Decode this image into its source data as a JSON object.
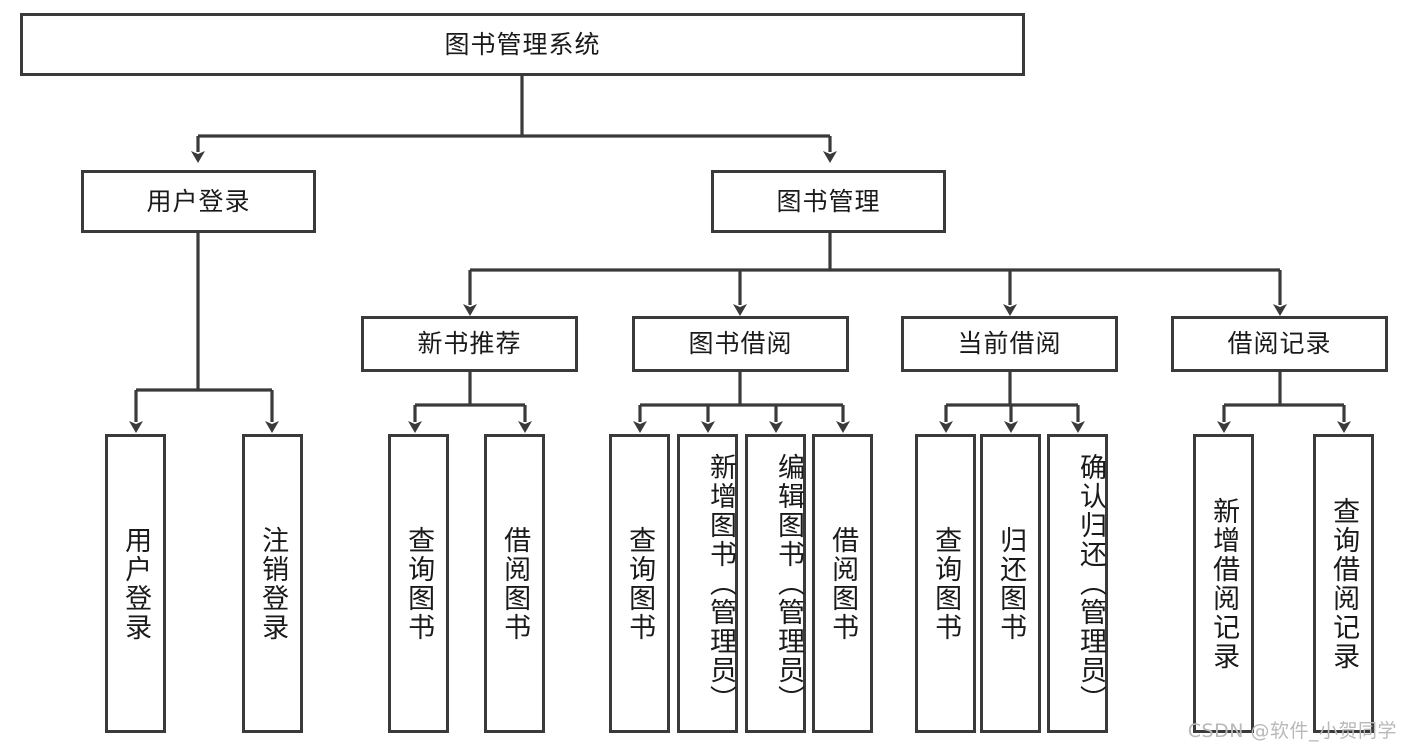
{
  "diagram": {
    "type": "tree-hierarchy",
    "title": "图书管理系统",
    "watermark": "CSDN @软件_小贺同学",
    "colors": {
      "box_border": "#3a3a3a",
      "box_fill": "#ffffff",
      "edge": "#3a3a3a",
      "text": "#1a1a1a",
      "watermark": "#b9b9b9",
      "background": "#ffffff"
    },
    "levels": [
      {
        "level": 1,
        "nodes": [
          {
            "id": "root",
            "label": "图书管理系统",
            "orientation": "horizontal"
          }
        ]
      },
      {
        "level": 2,
        "nodes": [
          {
            "id": "login",
            "label": "用户登录",
            "orientation": "horizontal",
            "parent": "root"
          },
          {
            "id": "bookmgmt",
            "label": "图书管理",
            "orientation": "horizontal",
            "parent": "root"
          }
        ]
      },
      {
        "level": 3,
        "nodes": [
          {
            "id": "newbook",
            "label": "新书推荐",
            "orientation": "horizontal",
            "parent": "bookmgmt"
          },
          {
            "id": "borrow",
            "label": "图书借阅",
            "orientation": "horizontal",
            "parent": "bookmgmt"
          },
          {
            "id": "current",
            "label": "当前借阅",
            "orientation": "horizontal",
            "parent": "bookmgmt"
          },
          {
            "id": "record",
            "label": "借阅记录",
            "orientation": "horizontal",
            "parent": "bookmgmt"
          }
        ]
      },
      {
        "level": 4,
        "nodes": [
          {
            "id": "leaf-user-login",
            "label": "用户登录",
            "orientation": "vertical",
            "parent": "login"
          },
          {
            "id": "leaf-logout",
            "label": "注销登录",
            "orientation": "vertical",
            "parent": "login"
          },
          {
            "id": "leaf-query-book-1",
            "label": "查询图书",
            "orientation": "vertical",
            "parent": "newbook"
          },
          {
            "id": "leaf-borrow-book-1",
            "label": "借阅图书",
            "orientation": "vertical",
            "parent": "newbook"
          },
          {
            "id": "leaf-query-book-2",
            "label": "查询图书",
            "orientation": "vertical",
            "parent": "borrow"
          },
          {
            "id": "leaf-add-book",
            "label": "新增图书（管理员）",
            "orientation": "vertical",
            "parent": "borrow"
          },
          {
            "id": "leaf-edit-book",
            "label": "编辑图书（管理员）",
            "orientation": "vertical",
            "parent": "borrow"
          },
          {
            "id": "leaf-borrow-book-2",
            "label": "借阅图书",
            "orientation": "vertical",
            "parent": "borrow"
          },
          {
            "id": "leaf-query-book-3",
            "label": "查询图书",
            "orientation": "vertical",
            "parent": "current"
          },
          {
            "id": "leaf-return-book",
            "label": "归还图书",
            "orientation": "vertical",
            "parent": "current"
          },
          {
            "id": "leaf-confirm-return",
            "label": "确认归还（管理员）",
            "orientation": "vertical",
            "parent": "current"
          },
          {
            "id": "leaf-add-record",
            "label": "新增借阅记录",
            "orientation": "vertical",
            "parent": "record"
          },
          {
            "id": "leaf-query-record",
            "label": "查询借阅记录",
            "orientation": "vertical",
            "parent": "record"
          }
        ]
      }
    ]
  }
}
